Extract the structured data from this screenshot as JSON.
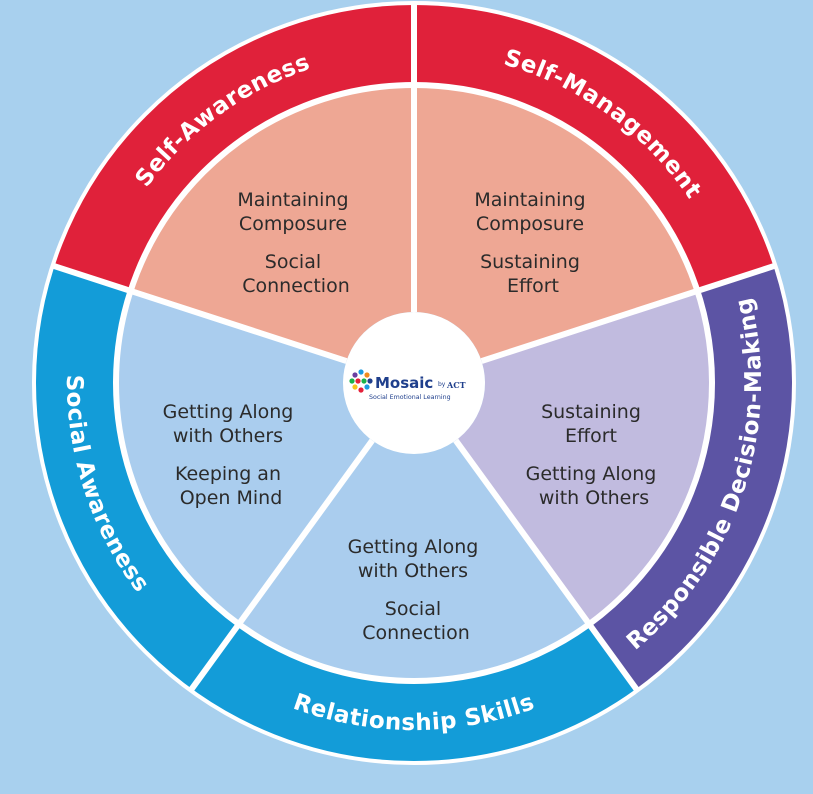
{
  "colors": {
    "background": "#a8d0ee",
    "divider": "#ffffff",
    "self_awareness_outer": "#e0213a",
    "self_management_outer": "#e0213a",
    "responsible_outer": "#5c54a4",
    "relationship_outer": "#139cd8",
    "social_outer": "#139cd8",
    "self_awareness_inner": "#eea794",
    "self_management_inner": "#eea794",
    "responsible_inner": "#c1bbdf",
    "relationship_inner": "#aacdee",
    "social_inner": "#aacdee",
    "hub": "#ffffff"
  },
  "segments": [
    {
      "id": "self-awareness",
      "label": "Self-Awareness",
      "lines": [
        "Maintaining",
        "Composure",
        "",
        "Social",
        "Connection"
      ]
    },
    {
      "id": "self-management",
      "label": "Self-Management",
      "lines": [
        "Maintaining",
        "Composure",
        "",
        "Sustaining",
        "Effort"
      ]
    },
    {
      "id": "responsible-decision-making",
      "label": "Responsible Decision-Making",
      "lines": [
        "Sustaining",
        "Effort",
        "",
        "Getting Along",
        "with Others"
      ]
    },
    {
      "id": "relationship-skills",
      "label": "Relationship Skills",
      "lines": [
        "Getting Along",
        "with Others",
        "",
        "Social",
        "Connection"
      ]
    },
    {
      "id": "social-awareness",
      "label": "Social Awareness",
      "lines": [
        "Getting Along",
        "with Others",
        "",
        "Keeping an",
        "Open Mind"
      ]
    }
  ],
  "logo": {
    "name": "Mosaic",
    "by": "by",
    "brand": "ACT",
    "tagline": "Social Emotional Learning",
    "icon": "mosaic-hexagon-cluster-icon"
  }
}
